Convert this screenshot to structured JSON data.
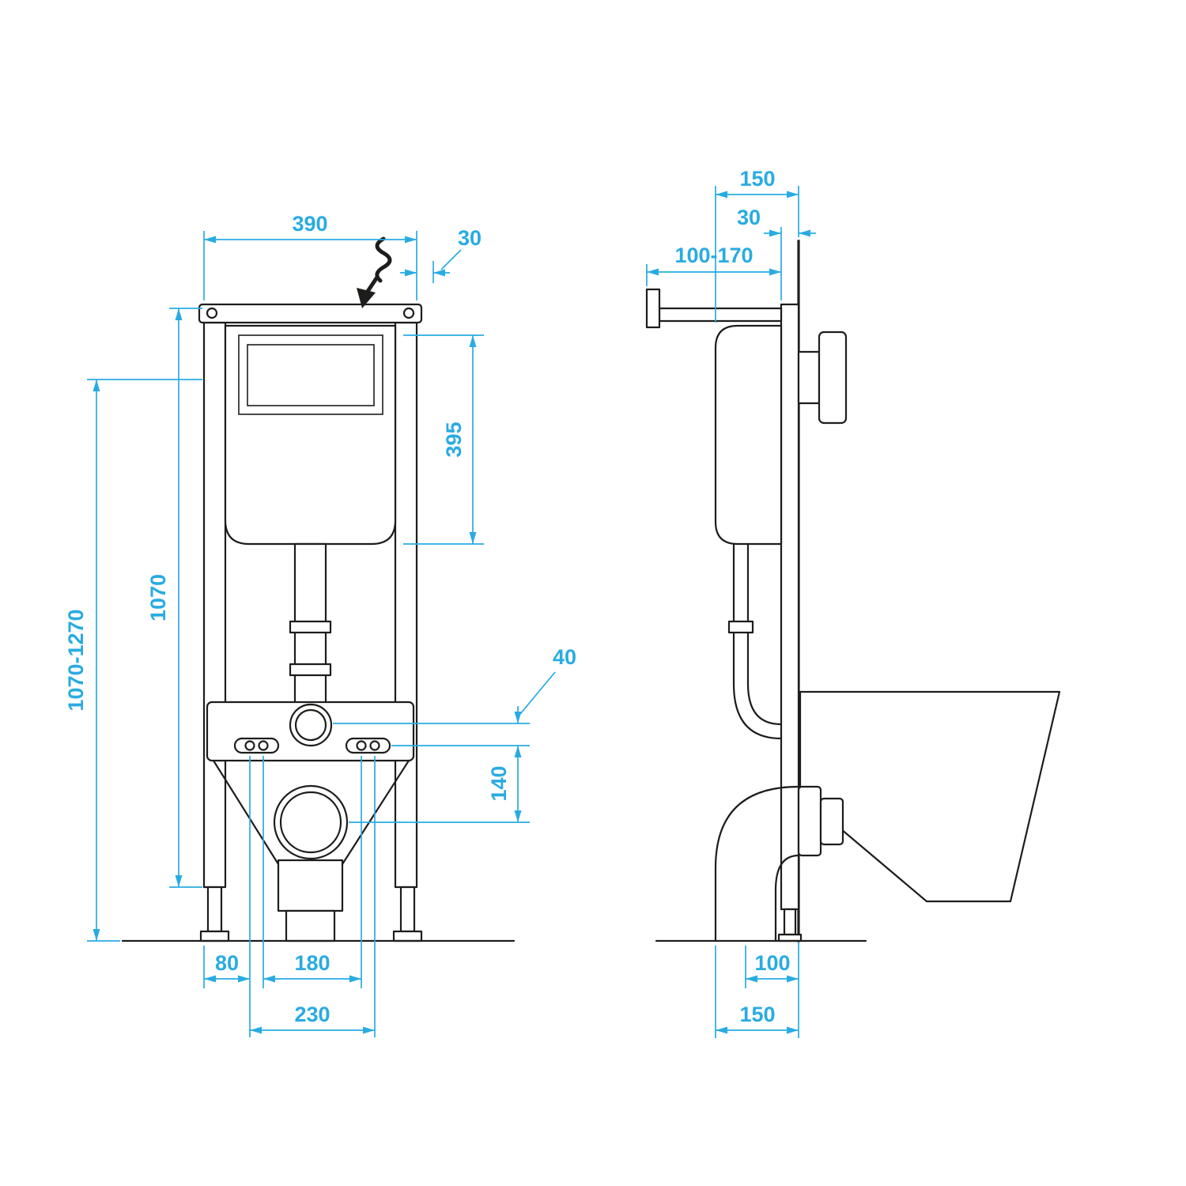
{
  "drawing": {
    "background": "#ffffff",
    "line_color": "#1d1d1b",
    "dim_color": "#29ABE2"
  },
  "front_view": {
    "dims": {
      "frame_width": "390",
      "inlet_offset": "30",
      "cistern_height": "395",
      "frame_height": "1070",
      "install_height_range": "1070-1270",
      "flush_bend_offset": "40",
      "outlet_center_drop": "140",
      "edge_to_fixing": "80",
      "fixing_inner_spacing": "180",
      "fixing_outer_spacing": "230"
    }
  },
  "side_view": {
    "dims": {
      "frame_depth": "150",
      "profile_depth": "30",
      "bracket_range": "100-170",
      "outlet_wall_distance": "100",
      "base_wall_distance": "150"
    }
  }
}
